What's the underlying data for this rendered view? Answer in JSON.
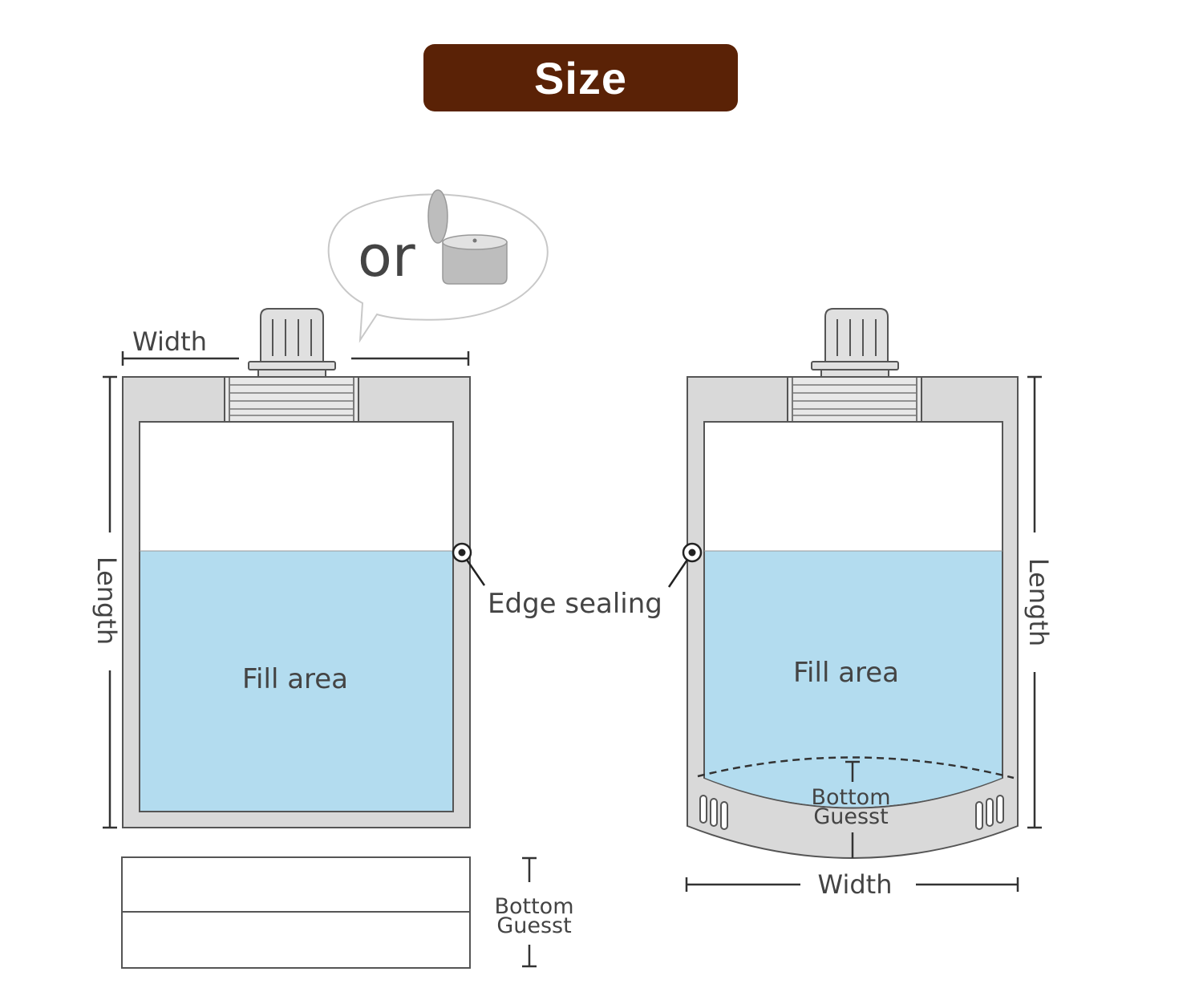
{
  "title": "Size",
  "colors": {
    "banner": "#5a2206",
    "pouch_gray": "#d9d9d9",
    "pouch_outline": "#555555",
    "fill_blue": "#b3dcef",
    "text_gray": "#444444"
  },
  "bubble": {
    "text": "or",
    "icon": "flip-cap-icon"
  },
  "left_pouch": {
    "width_label": "Width",
    "length_label": "Length",
    "fill_label": "Fill area",
    "bottom_label_line1": "Bottom",
    "bottom_label_line2": "Guesst"
  },
  "edge_label": "Edge sealing",
  "right_pouch": {
    "width_label": "Width",
    "length_label": "Length",
    "fill_label": "Fill area",
    "bottom_label_line1": "Bottom",
    "bottom_label_line2": "Guesst"
  }
}
